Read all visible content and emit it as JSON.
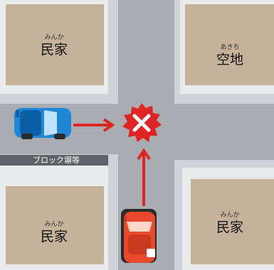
{
  "labels": {
    "top_left": {
      "ruby": "みんか",
      "text": "民家"
    },
    "top_right": {
      "ruby": "あきち",
      "text": "空地"
    },
    "bottom_left": {
      "ruby": "みんか",
      "text": "民家"
    },
    "bottom_right": {
      "ruby": "みんか",
      "text": "民家"
    },
    "wall": "ブロック塀等"
  },
  "colors": {
    "road": "#a9acb1",
    "sidewalk": "#cfd2d6",
    "lot": "#c6b29a",
    "arrow": "#e02424",
    "collision": "#e02424",
    "blue_car": "#1e88d6",
    "red_car": "#e8492b"
  },
  "icons": {
    "collision": "collision-x-icon",
    "blue_car": "car-icon",
    "red_car": "car-icon"
  }
}
